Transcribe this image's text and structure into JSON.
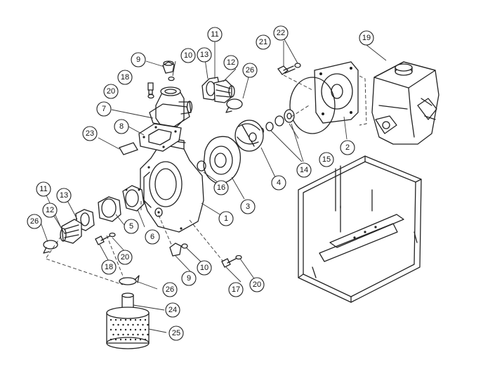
{
  "callouts": [
    {
      "label": "1"
    },
    {
      "label": "2"
    },
    {
      "label": "3"
    },
    {
      "label": "4"
    },
    {
      "label": "5"
    },
    {
      "label": "6"
    },
    {
      "label": "7"
    },
    {
      "label": "8"
    },
    {
      "label": "9"
    },
    {
      "label": "9"
    },
    {
      "label": "10"
    },
    {
      "label": "10"
    },
    {
      "label": "11"
    },
    {
      "label": "11"
    },
    {
      "label": "12"
    },
    {
      "label": "12"
    },
    {
      "label": "13"
    },
    {
      "label": "13"
    },
    {
      "label": "14"
    },
    {
      "label": "15"
    },
    {
      "label": "16"
    },
    {
      "label": "17"
    },
    {
      "label": "18"
    },
    {
      "label": "18"
    },
    {
      "label": "19"
    },
    {
      "label": "20"
    },
    {
      "label": "20"
    },
    {
      "label": "20"
    },
    {
      "label": "21"
    },
    {
      "label": "22"
    },
    {
      "label": "23"
    },
    {
      "label": "24"
    },
    {
      "label": "25"
    },
    {
      "label": "26"
    },
    {
      "label": "26"
    },
    {
      "label": "26"
    }
  ]
}
